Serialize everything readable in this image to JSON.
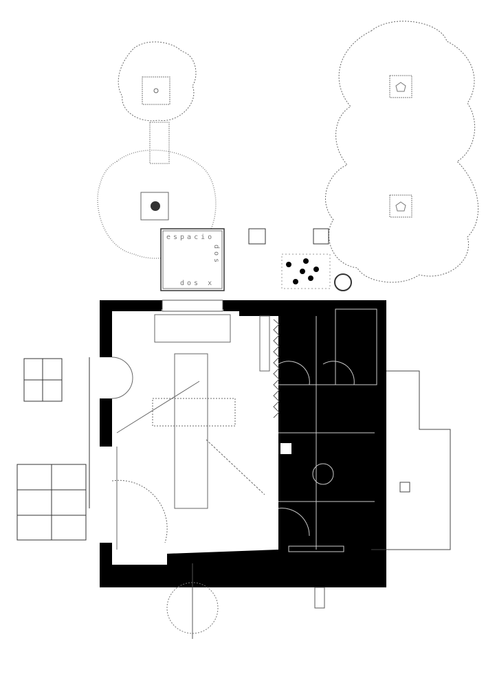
{
  "drawing": {
    "type": "architectural floor plan",
    "logo": {
      "line1": "espacio",
      "line2": "dos",
      "line3": "dos x"
    },
    "colors": {
      "wall": "#000000",
      "line": "#555555",
      "background": "#ffffff"
    }
  }
}
